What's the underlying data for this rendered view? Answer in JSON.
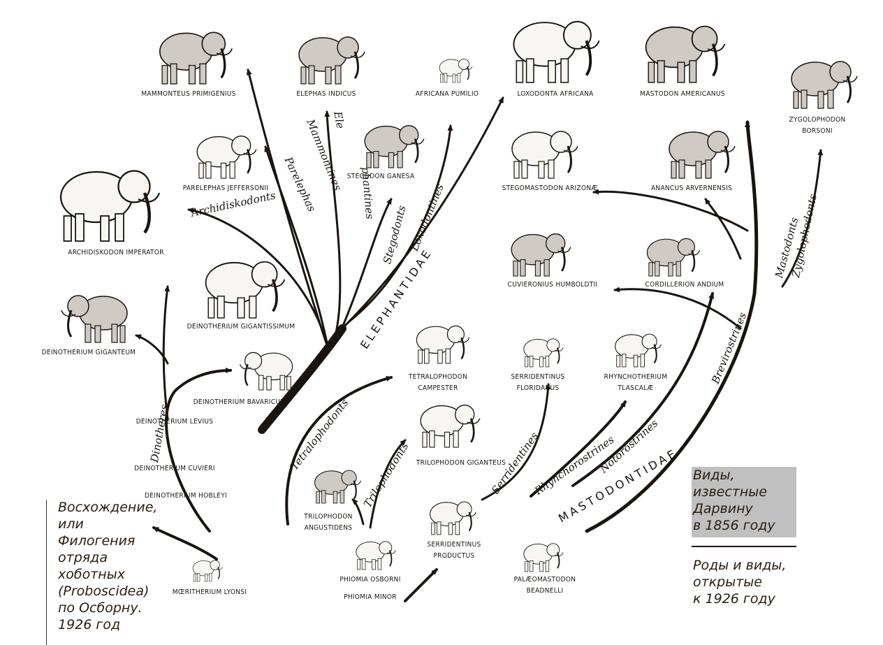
{
  "caption": {
    "lines": [
      "Восхождение,",
      "или",
      "Филогения",
      "отряда",
      "хоботных",
      "(Proboscidea)",
      "по Осборну.",
      "1926 год"
    ]
  },
  "legend": {
    "known_lines": [
      "Виды,",
      "известные",
      "Дарвину",
      "в 1856 году"
    ],
    "new_lines": [
      "Роды и виды,",
      "открытые",
      "к 1926 году"
    ],
    "known_color": "#c0c0c0"
  },
  "species": [
    "MAMMONTEUS PRIMIGENIUS",
    "ELEPHAS INDICUS",
    "AFRICANA PUMILIO",
    "LOXODONTA AFRICANA",
    "MASTODON AMERICANUS",
    "ZYGOLOPHODON",
    "BORSONI",
    "PARELEPHAS JEFFERSONII",
    "STEGODON GANESA",
    "STEGOMASTODON ARIZONÆ",
    "ANANCUS ARVERNENSIS",
    "ARCHIDISKODON IMPERATOR",
    "CUVIERONIUS HUMBOLDTII",
    "CORDILLERION ANDIUM",
    "DEINOTHERIUM GIGANTISSIMUM",
    "DEINOTHERIUM GIGANTEUM",
    "TETRALOPHODON",
    "CAMPESTER",
    "SERRIDENTINUS",
    "FLORIDANUS",
    "RHYNCHOTHERIUM",
    "TLASCALÆ",
    "DEINOTHERIUM BAVARICUM",
    "DEINOTHERIUM LEVIUS",
    "DEINOTHERIUM CUVIERI",
    "TRILOPHODON GIGANTEUS",
    "DEINOTHERIUM HOBLEYI",
    "TRILOPHODON",
    "ANGUSTIDENS",
    "SERRIDENTINUS",
    "PRODUCTUS",
    "PHIOMIA OSBORNI",
    "PHIOMIA MINOR",
    "MŒRITHERIUM LYONSI",
    "PALÆOMASTODON",
    "BEADNELLI"
  ],
  "branches": [
    "Archidiskodonts",
    "Parelephas",
    "Mammontines",
    "Ele",
    "phantines",
    "Stegodonts",
    "Loxodontines",
    "Tetralophodonts",
    "Trilophodonts",
    "Serridentines",
    "Rhynchorostrines",
    "Notorostrines",
    "Brevirostrines",
    "Mastodonts",
    "Zygolophodonts",
    "Dinotheres"
  ],
  "families": [
    "ELEPHANTIDAE",
    "MASTODONTIDAE"
  ]
}
